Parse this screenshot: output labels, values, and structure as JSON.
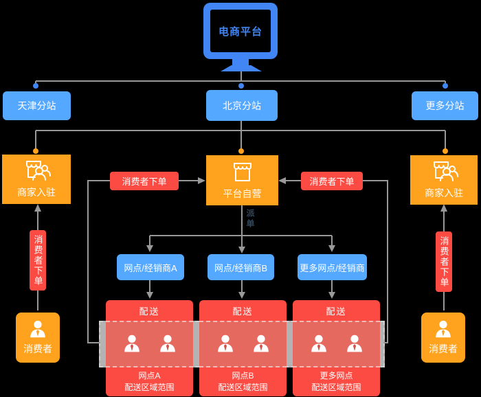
{
  "colors": {
    "background": "#000000",
    "monitor_blue": "#4285f4",
    "box_blue": "#54a8ff",
    "orange": "#ffa21d",
    "red": "#fb4b42",
    "red_zone": "#e5695f",
    "gray_band": "#b3b3b3",
    "line_gray": "#999999",
    "dispatch_text": "#33475b"
  },
  "root": {
    "title": "电商平台"
  },
  "branches": [
    {
      "label": "天津分站"
    },
    {
      "label": "北京分站"
    },
    {
      "label": "更多分站"
    }
  ],
  "merchants": {
    "left": {
      "label": "商家入驻"
    },
    "right": {
      "label": "商家入驻"
    }
  },
  "platform": {
    "label": "平台自营"
  },
  "orders": {
    "left": {
      "label": "消费者下单"
    },
    "right": {
      "label": "消费者下单"
    }
  },
  "dispatch": {
    "label": "派单"
  },
  "outlets": [
    {
      "label": "网点/经销商A"
    },
    {
      "label": "网点/经销商B"
    },
    {
      "label": "更多网点/经销商"
    }
  ],
  "cards": [
    {
      "header": "配送",
      "line1": "网点A",
      "line2": "配送区域范围"
    },
    {
      "header": "配送",
      "line1": "网点B",
      "line2": "配送区域范围"
    },
    {
      "header": "配送",
      "line1": "更多网点",
      "line2": "配送区域范围"
    }
  ],
  "consumers": {
    "left": {
      "box_label": "消费者",
      "flow_label": "消费者下单"
    },
    "right": {
      "box_label": "消费者",
      "flow_label": "消费者下单"
    }
  }
}
